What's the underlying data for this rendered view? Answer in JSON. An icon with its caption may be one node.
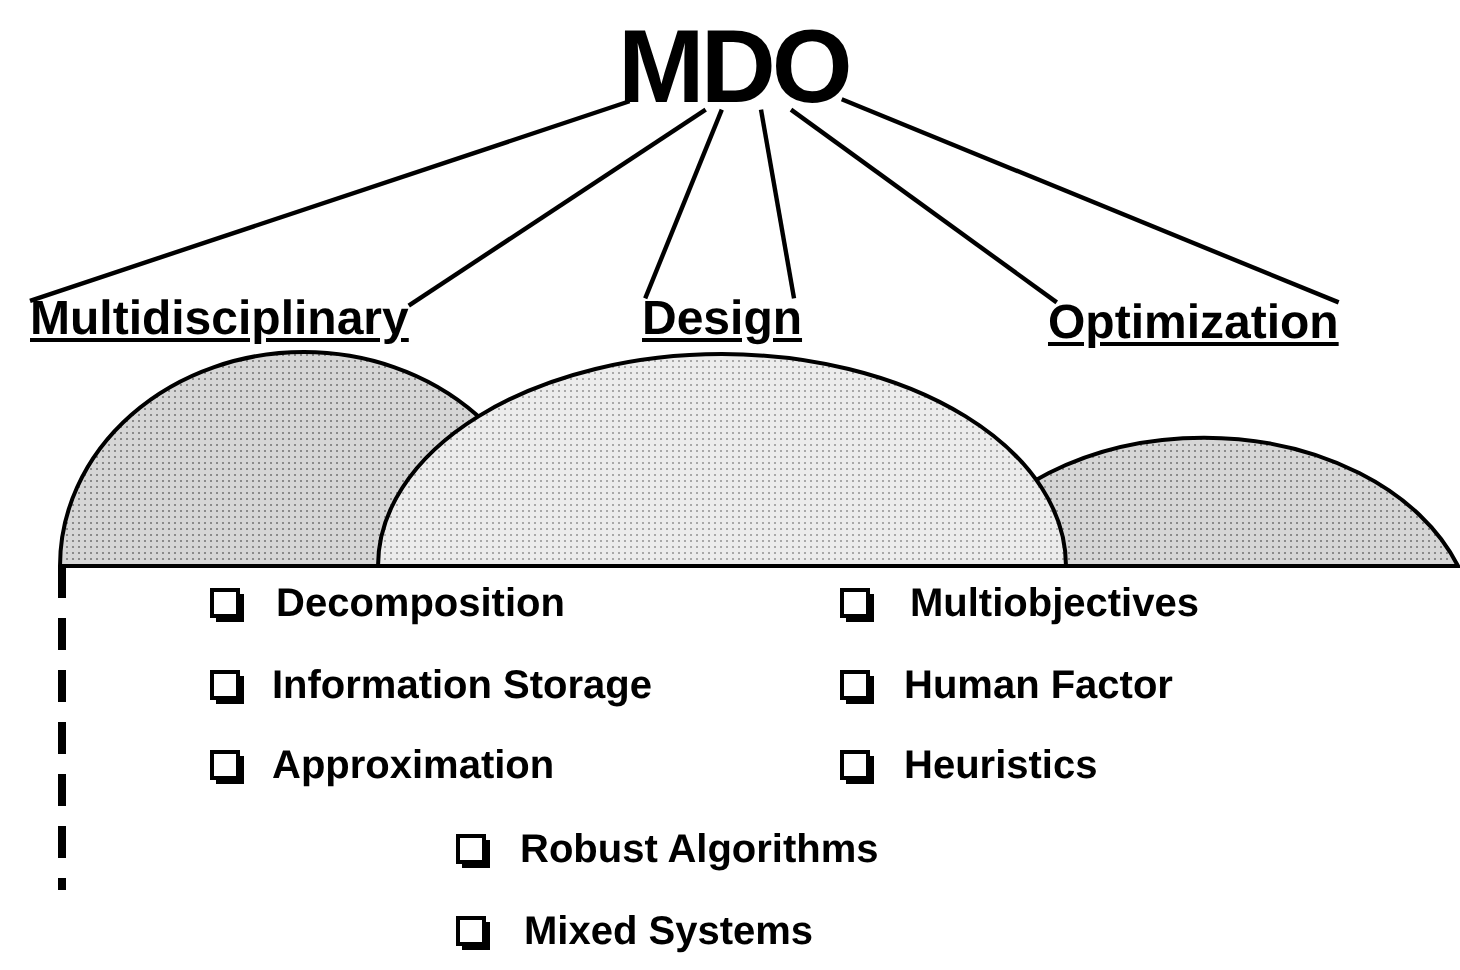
{
  "diagram": {
    "nodes": [
      {
        "text": [
          "MDO"
        ]
      },
      {
        "text": [
          "Multidisciplinary"
        ]
      },
      {
        "text": [
          "Design"
        ]
      },
      {
        "text": [
          "Optimization"
        ]
      }
    ],
    "edges": [
      {
        "from": 0,
        "to": 1,
        "arrow": "none"
      },
      {
        "from": 0,
        "to": 1,
        "arrow": "none"
      },
      {
        "from": 0,
        "to": 2,
        "arrow": "none"
      },
      {
        "from": 0,
        "to": 2,
        "arrow": "none"
      },
      {
        "from": 0,
        "to": 3,
        "arrow": "none"
      },
      {
        "from": 0,
        "to": 3,
        "arrow": "none"
      }
    ],
    "labels": [
      "Decomposition",
      "Multiobjectives",
      "Information Storage",
      "Human Factor",
      "Approximation",
      "Heuristics",
      "Robust Algorithms",
      "Mixed Systems"
    ]
  }
}
